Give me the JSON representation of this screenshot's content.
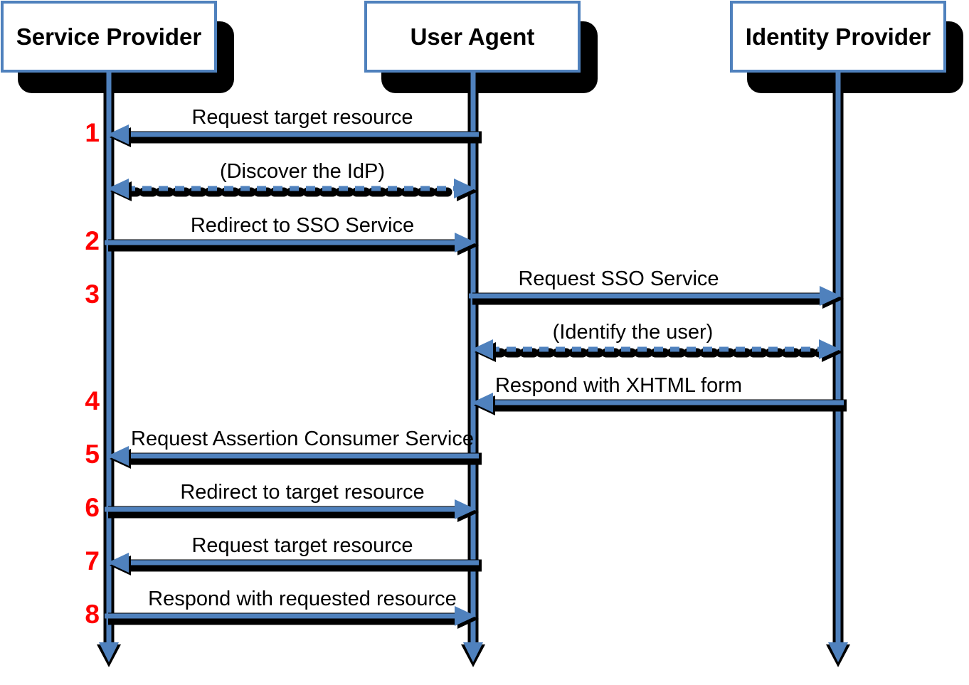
{
  "diagram_type": "sequence-diagram",
  "actors": [
    {
      "id": "sp",
      "name": "Service Provider"
    },
    {
      "id": "ua",
      "name": "User Agent"
    },
    {
      "id": "idp",
      "name": "Identity Provider"
    }
  ],
  "messages": [
    {
      "step": "1",
      "label": "Request target resource",
      "from": "ua",
      "to": "sp",
      "style": "solid",
      "bidirectional": false
    },
    {
      "step": "",
      "label": "(Discover the IdP)",
      "from": "sp",
      "to": "ua",
      "style": "dashed",
      "bidirectional": true
    },
    {
      "step": "2",
      "label": "Redirect to SSO Service",
      "from": "sp",
      "to": "ua",
      "style": "solid",
      "bidirectional": false
    },
    {
      "step": "3",
      "label": "Request SSO Service",
      "from": "ua",
      "to": "idp",
      "style": "solid",
      "bidirectional": false
    },
    {
      "step": "",
      "label": "(Identify the user)",
      "from": "ua",
      "to": "idp",
      "style": "dashed",
      "bidirectional": true
    },
    {
      "step": "4",
      "label": "Respond with XHTML form",
      "from": "idp",
      "to": "ua",
      "style": "solid",
      "bidirectional": false
    },
    {
      "step": "5",
      "label": "Request Assertion Consumer Service",
      "from": "ua",
      "to": "sp",
      "style": "solid",
      "bidirectional": false
    },
    {
      "step": "6",
      "label": "Redirect to target resource",
      "from": "sp",
      "to": "ua",
      "style": "solid",
      "bidirectional": false
    },
    {
      "step": "7",
      "label": "Request target resource",
      "from": "ua",
      "to": "sp",
      "style": "solid",
      "bidirectional": false
    },
    {
      "step": "8",
      "label": "Respond with requested resource",
      "from": "sp",
      "to": "ua",
      "style": "solid",
      "bidirectional": false
    }
  ],
  "colors": {
    "line_blue": "#4f81bd",
    "outline_black": "#000000",
    "step_number_red": "#ff0000",
    "box_border_blue": "#4f81bd",
    "box_fill": "#ffffff"
  }
}
